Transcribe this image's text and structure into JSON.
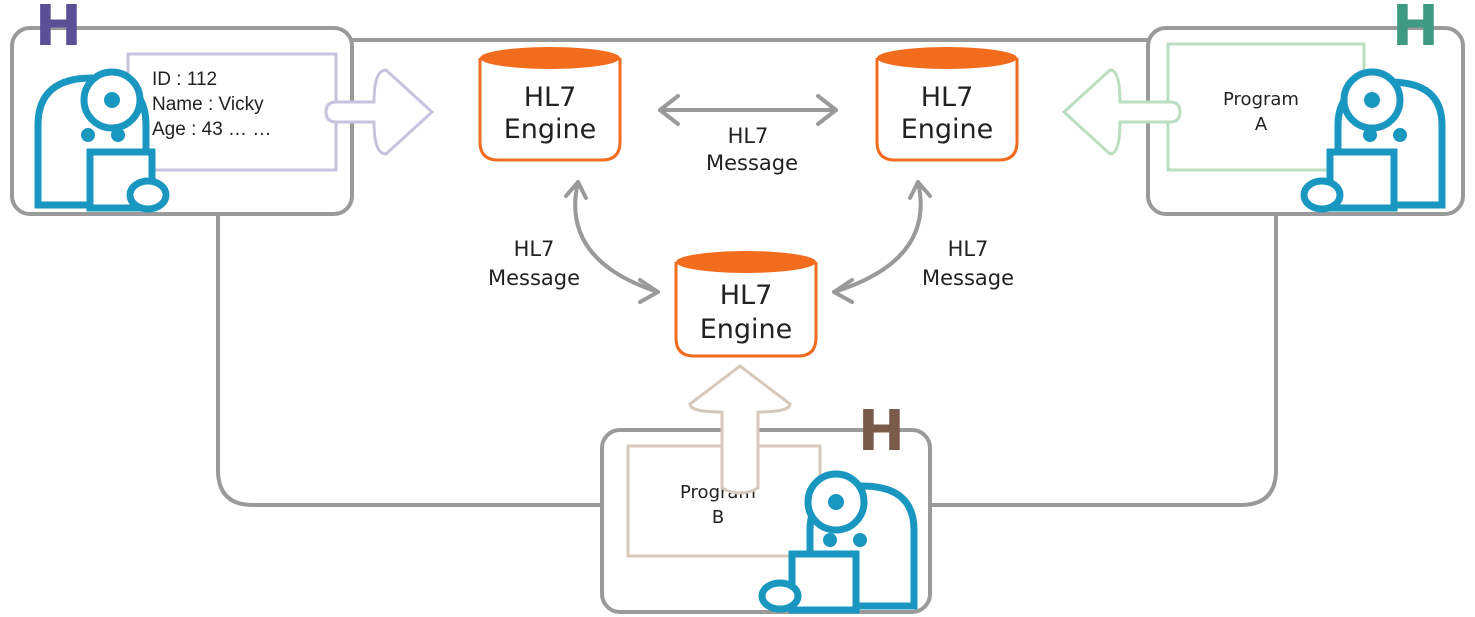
{
  "colors": {
    "engine_accent": "#F26C1E",
    "line_gray": "#9A9A9A",
    "figure_blue": "#1A97C0",
    "hospital_left": "#5B4F95",
    "hospital_right": "#3F9A82",
    "hospital_bottom": "#7A5A4A",
    "arrow_left": "#C9C2DE",
    "arrow_right": "#B9DEC2",
    "arrow_bottom": "#D7C8BC"
  },
  "hospitals": {
    "left": {
      "badge": "H",
      "record": {
        "line1": "ID : 112",
        "line2": "Name : Vicky",
        "line3": "Age : 43 … …"
      }
    },
    "right": {
      "badge": "H",
      "program": {
        "line1": "Program",
        "line2": "A"
      }
    },
    "bottom": {
      "badge": "H",
      "program": {
        "line1": "Program",
        "line2": "B"
      }
    }
  },
  "engines": {
    "left": {
      "line1": "HL7",
      "line2": "Engine"
    },
    "right": {
      "line1": "HL7",
      "line2": "Engine"
    },
    "bottom": {
      "line1": "HL7",
      "line2": "Engine"
    }
  },
  "messages": {
    "top": {
      "line1": "HL7",
      "line2": "Message"
    },
    "left": {
      "line1": "HL7",
      "line2": "Message"
    },
    "right": {
      "line1": "HL7",
      "line2": "Message"
    }
  }
}
